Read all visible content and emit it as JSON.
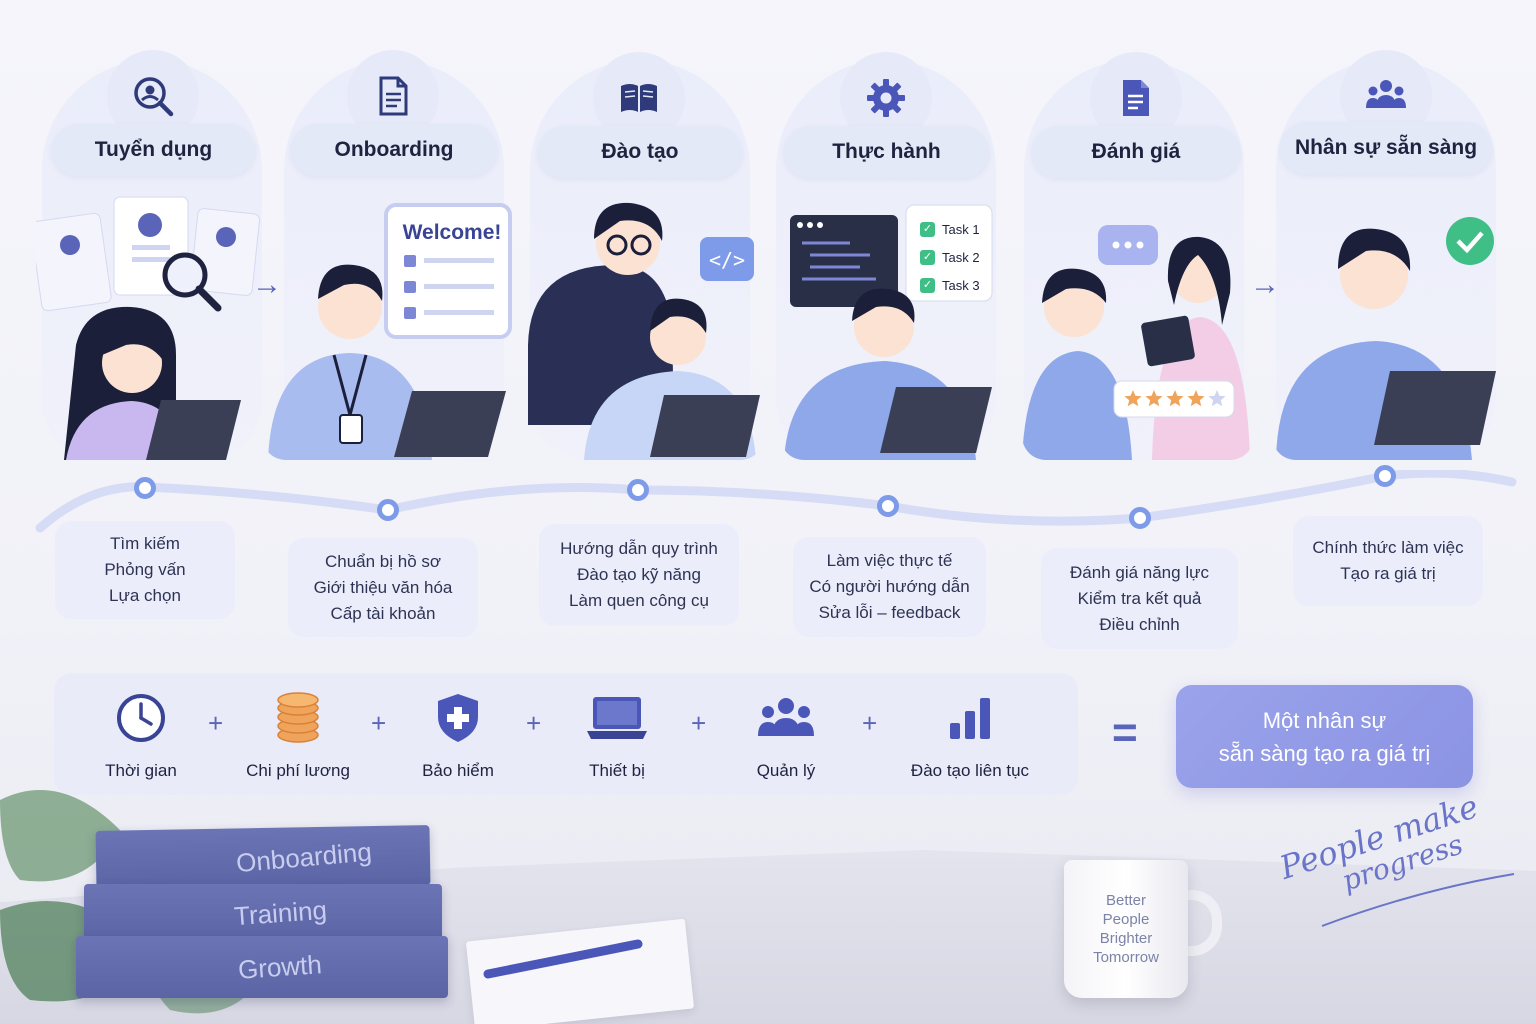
{
  "stages": [
    {
      "title": "Tuyển dụng",
      "icon": "search-person-icon",
      "details": [
        "Tìm kiếm",
        "Phỏng vấn",
        "Lựa chọn"
      ]
    },
    {
      "title": "Onboarding",
      "icon": "document-icon",
      "details": [
        "Chuẩn bị hồ sơ",
        "Giới thiệu văn hóa",
        "Cấp tài khoản"
      ],
      "scene_text": "Welcome!"
    },
    {
      "title": "Đào tạo",
      "icon": "open-book-icon",
      "details": [
        "Hướng dẫn quy trình",
        "Đào tạo kỹ năng",
        "Làm quen công cụ"
      ]
    },
    {
      "title": "Thực hành",
      "icon": "gear-icon",
      "details": [
        "Làm việc thực tế",
        "Có người hướng dẫn",
        "Sửa lỗi – feedback"
      ],
      "tasks": [
        "Task 1",
        "Task 2",
        "Task 3"
      ]
    },
    {
      "title": "Đánh giá",
      "icon": "report-icon",
      "details": [
        "Đánh giá năng lực",
        "Kiểm tra kết quả",
        "Điều chỉnh"
      ],
      "rating": 4,
      "rating_max": 5
    },
    {
      "title": "Nhân sự sẵn sàng",
      "icon": "team-icon",
      "details": [
        "Chính thức làm việc",
        "Tạo ra giá trị"
      ]
    }
  ],
  "formula": {
    "items": [
      {
        "label": "Thời gian",
        "icon": "clock-icon"
      },
      {
        "label": "Chi phí lương",
        "icon": "coins-icon"
      },
      {
        "label": "Bảo hiểm",
        "icon": "shield-plus-icon"
      },
      {
        "label": "Thiết bị",
        "icon": "laptop-icon"
      },
      {
        "label": "Quản lý",
        "icon": "people-group-icon"
      },
      {
        "label": "Đào tạo liên tục",
        "icon": "bar-chart-icon"
      }
    ],
    "operator": "+",
    "equals": "=",
    "result_line1": "Một nhân sự",
    "result_line2": "sẵn sàng tạo ra giá trị"
  },
  "decor": {
    "books": [
      "Onboarding",
      "Training",
      "Growth"
    ],
    "mug_lines": [
      "Better",
      "People",
      "Brighter",
      "Tomorrow"
    ],
    "signature_line1": "People make",
    "signature_line2": "progress"
  },
  "colors": {
    "accent": "#5a64b8",
    "pill": "#e3e9f7",
    "result": "#8b93e4",
    "timeline": "#d6dcf6"
  }
}
